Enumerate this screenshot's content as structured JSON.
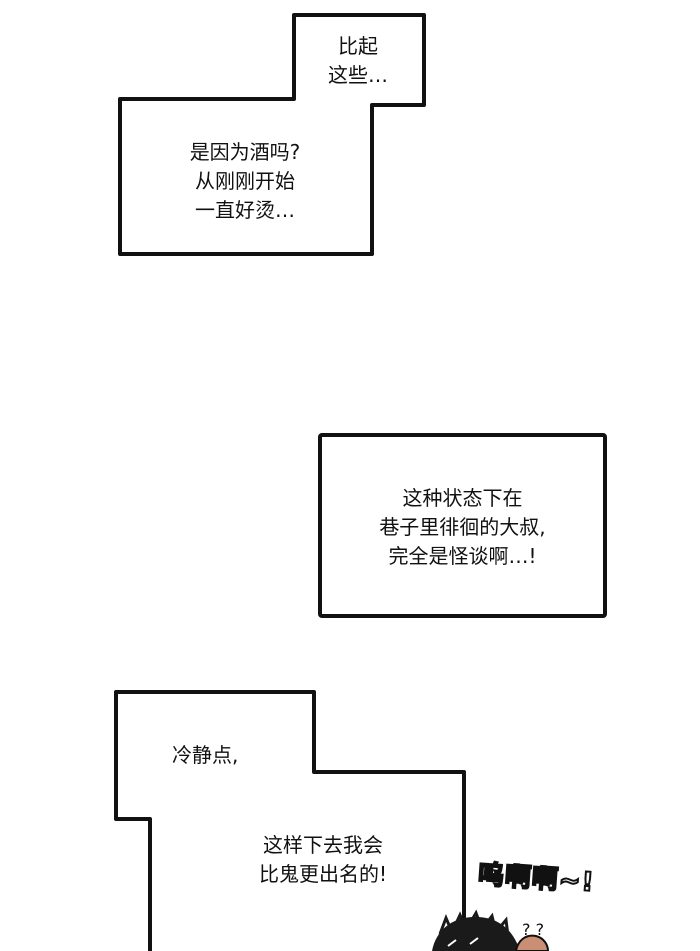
{
  "boxes": [
    {
      "name": "caption-box-1",
      "lines": [
        "比起",
        "这些…",
        "是因为酒吗?",
        "从刚刚开始",
        "一直好烫…"
      ]
    },
    {
      "name": "caption-box-2",
      "lines": [
        "这种状态下在",
        "巷子里徘徊的大叔,",
        "完全是怪谈啊…!"
      ]
    },
    {
      "name": "caption-box-3",
      "lines": [
        "冷静点,",
        "这样下去我会",
        "比鬼更出名的!"
      ]
    }
  ],
  "sound_effect": {
    "text": "呜啊啊~!",
    "question_marks": "? ?"
  },
  "colors": {
    "ink": "#111111",
    "paper": "#ffffff",
    "hair": "#1a1a1a",
    "skin": "#c98e73"
  }
}
